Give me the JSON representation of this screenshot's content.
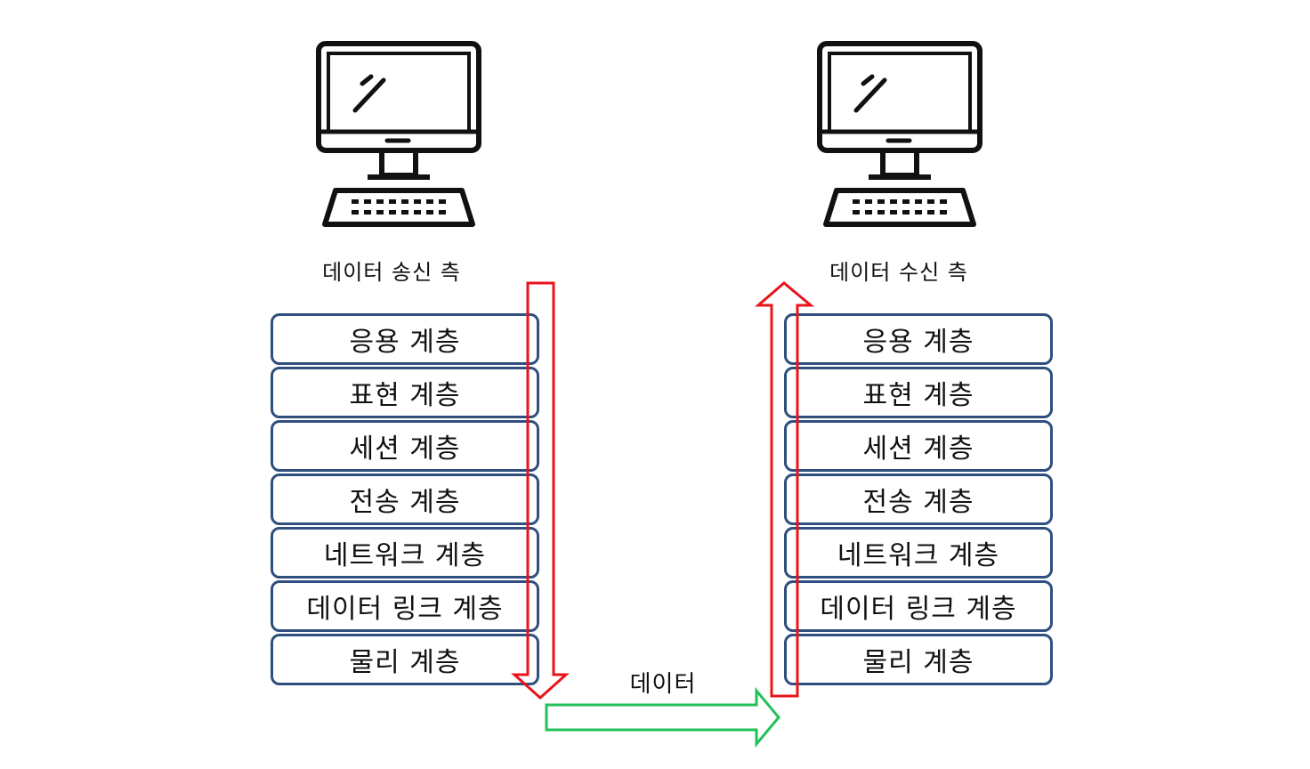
{
  "sender": {
    "icon": "desktop-computer-icon",
    "label": "데이터 송신 측",
    "layers": [
      "응용 계층",
      "표현 계층",
      "세션 계층",
      "전송 계층",
      "네트워크 계층",
      "데이터 링크 계층",
      "물리 계층"
    ]
  },
  "receiver": {
    "icon": "desktop-computer-icon",
    "label": "데이터 수신 측",
    "layers": [
      "응용 계층",
      "표현 계층",
      "세션 계층",
      "전송 계층",
      "네트워크 계층",
      "데이터 링크 계층",
      "물리 계층"
    ]
  },
  "transfer": {
    "label": "데이터"
  },
  "colors": {
    "layer_border": "#2f4f7f",
    "down_arrow": "#e8141c",
    "up_arrow": "#e8141c",
    "transfer_arrow": "#22c05a"
  }
}
